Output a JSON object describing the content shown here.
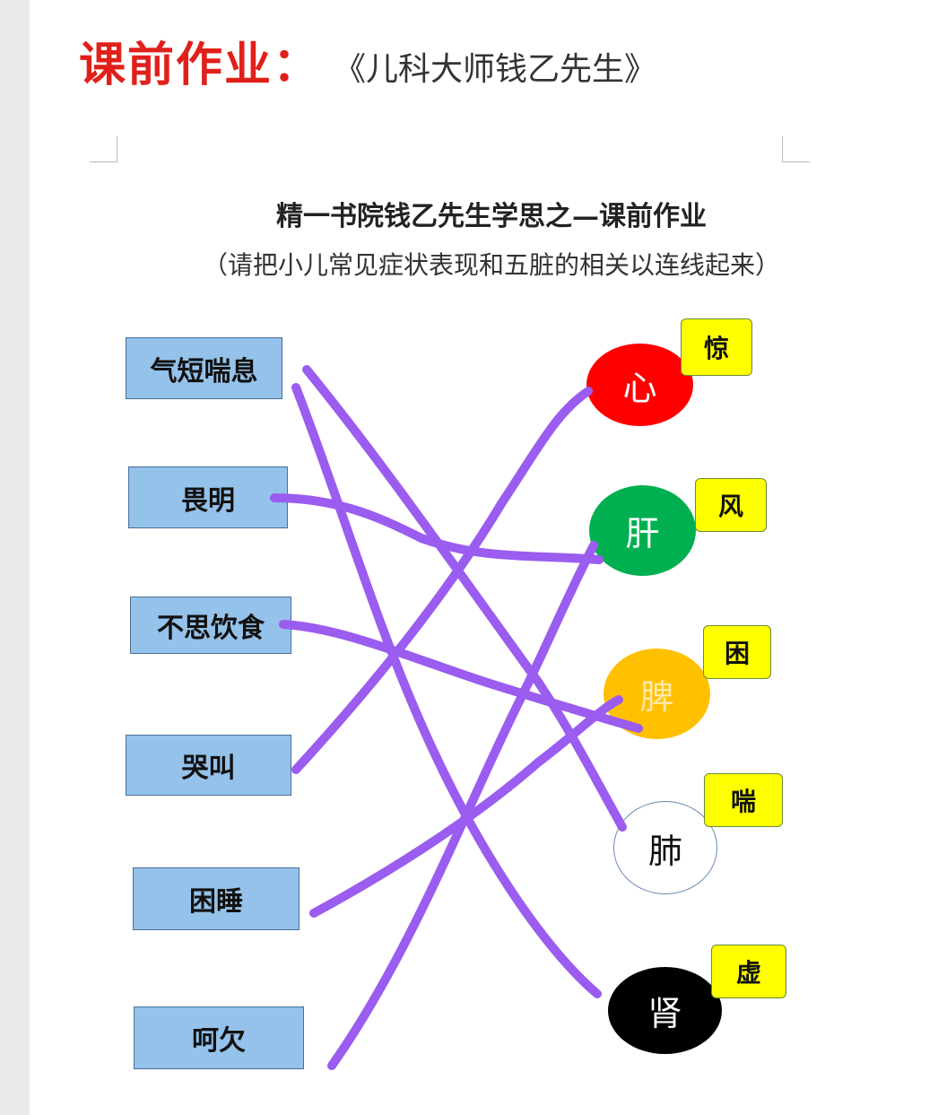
{
  "header": {
    "title": "课前作业：",
    "book": "《儿科大师钱乙先生》"
  },
  "document": {
    "title": "精一书院钱乙先生学思之—课前作业",
    "subtitle": "（请把小儿常见症状表现和五脏的相关以连线起来）"
  },
  "symptoms": [
    "气短喘息",
    "畏明",
    "不思饮食",
    "哭叫",
    "困睡",
    "呵欠"
  ],
  "organs": [
    {
      "label": "心",
      "tag": "惊",
      "fill": "#ff0000",
      "text_color": "#ffffff"
    },
    {
      "label": "肝",
      "tag": "风",
      "fill": "#00b050",
      "text_color": "#ffffff"
    },
    {
      "label": "脾",
      "tag": "困",
      "fill": "#ffc000",
      "text_color": "#ffe9a6"
    },
    {
      "label": "肺",
      "tag": "喘",
      "fill": "#ffffff",
      "text_color": "#111111"
    },
    {
      "label": "肾",
      "tag": "虚",
      "fill": "#000000",
      "text_color": "#ffffff"
    }
  ],
  "connection_color": "#9b5cf0"
}
